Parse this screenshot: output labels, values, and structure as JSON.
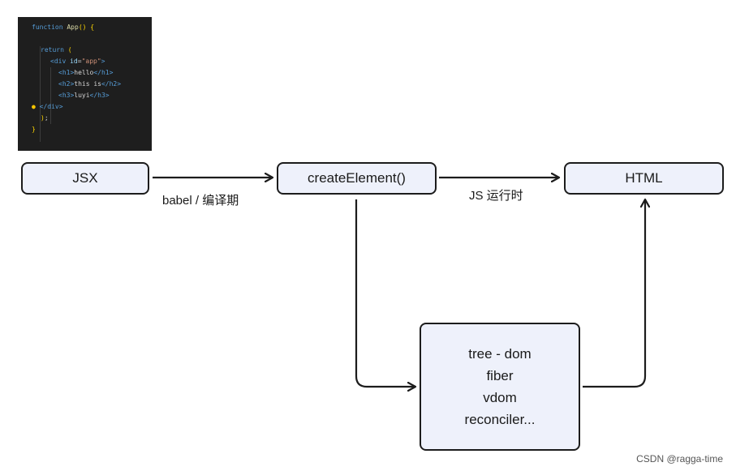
{
  "code": {
    "lines": [
      "function App() {",
      "",
      "  return (",
      "    <div id=\"app\">",
      "      <h1>hello</h1>",
      "      <h2>this is</h2>",
      "      <h3>luyi</h3>",
      "    </div>",
      "  );",
      "}"
    ]
  },
  "nodes": {
    "jsx": "JSX",
    "create_element": "createElement()",
    "html": "HTML",
    "internals": [
      "tree - dom",
      "fiber",
      "vdom",
      "reconciler..."
    ]
  },
  "edges": {
    "jsx_to_create": "babel / 编译期",
    "create_to_html": "JS 运行时"
  },
  "watermark": "CSDN @ragga-time",
  "colors": {
    "node_fill": "#eef1fb",
    "node_border": "#1c1c1c",
    "code_bg": "#1e1e1e"
  }
}
